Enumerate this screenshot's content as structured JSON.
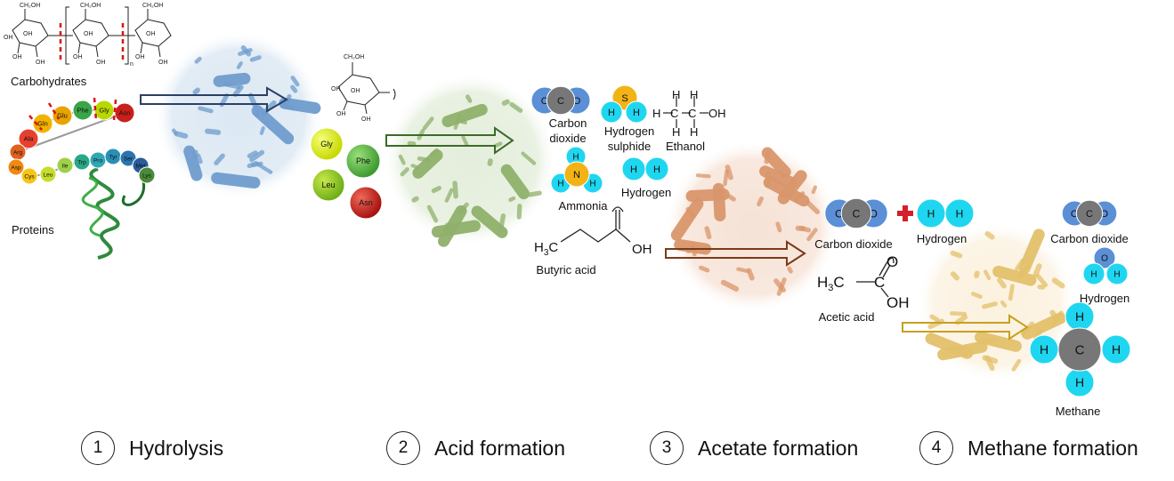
{
  "inputs": {
    "carbohydrates": "Carbohydrates",
    "proteins": "Proteins",
    "ch2oh": "CH₂OH",
    "oh": "OH",
    "repeat": "n",
    "amino_chain": [
      "Ala",
      "Gln",
      "Glu",
      "Phe",
      "Gly",
      "Asn",
      "Arg",
      "Asp",
      "Cys",
      "Leu",
      "Ile",
      "Trp",
      "Pro",
      "Tyr",
      "Ser",
      "Met",
      "Lys"
    ]
  },
  "hydrolysis_products": {
    "amino_acids": [
      "Gly",
      "Phe",
      "Leu",
      "Asn"
    ]
  },
  "acid_products": {
    "carbon_dioxide": "Carbon\ndioxide",
    "hydrogen_sulphide": "Hydrogen\nsulphide",
    "ethanol": "Ethanol",
    "ammonia": "Ammonia",
    "hydrogen": "Hydrogen",
    "butyric_acid": "Butyric acid"
  },
  "acetate_products": {
    "carbon_dioxide": "Carbon dioxide",
    "hydrogen": "Hydrogen",
    "acetic_acid": "Acetic acid"
  },
  "methane_products": {
    "carbon_dioxide": "Carbon dioxide",
    "hydrogen": "Hydrogen",
    "methane": "Methane"
  },
  "atoms": {
    "O": "O",
    "C": "C",
    "H": "H",
    "S": "S",
    "N": "N"
  },
  "stages": [
    {
      "number": "1",
      "name": "Hydrolysis"
    },
    {
      "number": "2",
      "name": "Acid formation"
    },
    {
      "number": "3",
      "name": "Acetate formation"
    },
    {
      "number": "4",
      "name": "Methane formation"
    }
  ],
  "colors": {
    "bacteria_blue": "#6f9ccc",
    "bacteria_green": "#8fb06c",
    "bacteria_orange": "#d9966b",
    "bacteria_gold": "#e3c06a",
    "atom_oxygen": "#5b8fd6",
    "atom_carbon": "#777777",
    "atom_hydrogen": "#1fd6f0",
    "atom_sulfur": "#f2b316",
    "atom_nitrogen": "#f2b316"
  }
}
